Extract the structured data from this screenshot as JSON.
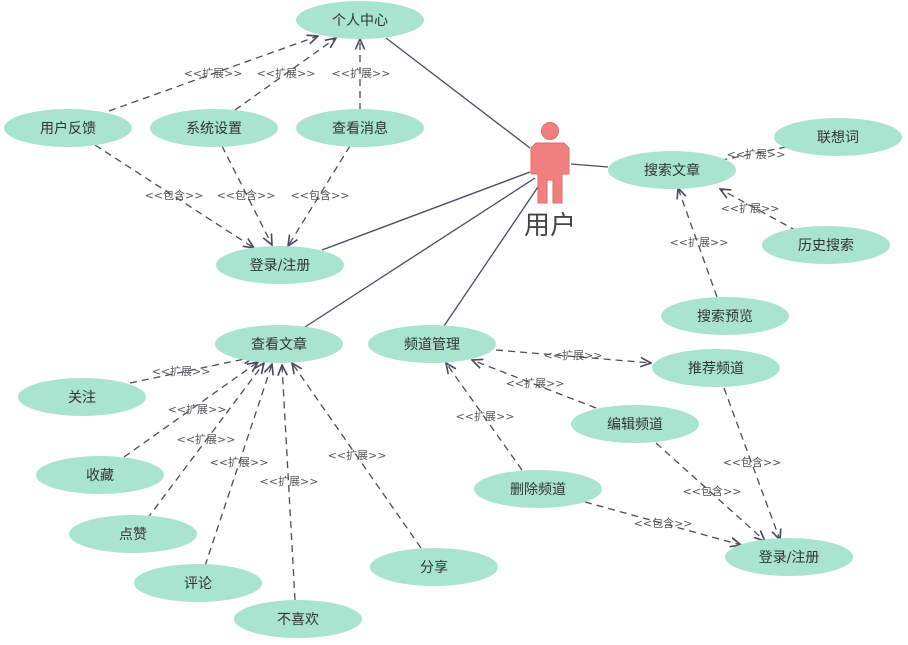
{
  "actor": {
    "name": "用户",
    "color": "#f08080"
  },
  "use_cases": {
    "personal_center": "个人中心",
    "feedback": "用户反馈",
    "system_settings": "系统设置",
    "view_messages": "查看消息",
    "login_top": "登录/注册",
    "search_articles": "搜索文章",
    "suggestions": "联想词",
    "search_history": "历史搜索",
    "search_preview": "搜索预览",
    "view_article": "查看文章",
    "channel_mgmt": "频道管理",
    "recommend_channel": "推荐频道",
    "edit_channel": "编辑频道",
    "delete_channel": "删除频道",
    "login_bottom": "登录/注册",
    "follow": "关注",
    "collect": "收藏",
    "like": "点赞",
    "comment": "评论",
    "dislike": "不喜欢",
    "share": "分享"
  },
  "relations": {
    "extend": "<<扩展>>",
    "include": "<<包含>>"
  },
  "colors": {
    "use_case_fill": "#a8e4cf",
    "line": "#4a4a5e"
  }
}
